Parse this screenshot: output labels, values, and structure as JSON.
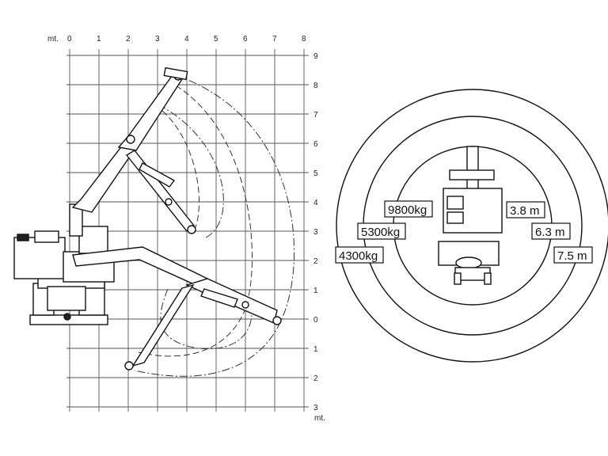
{
  "reach_chart": {
    "unit_label": "mt.",
    "x_ticks": [
      "0",
      "1",
      "2",
      "3",
      "4",
      "5",
      "6",
      "7",
      "8"
    ],
    "y_ticks": [
      "9",
      "8",
      "7",
      "6",
      "5",
      "4",
      "3",
      "2",
      "1",
      "0",
      "1",
      "2",
      "3"
    ],
    "bottom_unit_label": "mt."
  },
  "capacity_diagram": {
    "rings": [
      {
        "load": "9800kg",
        "radius": "3.8 m"
      },
      {
        "load": "5300kg",
        "radius": "6.3 m"
      },
      {
        "load": "4300kg",
        "radius": "7.5 m"
      }
    ]
  }
}
